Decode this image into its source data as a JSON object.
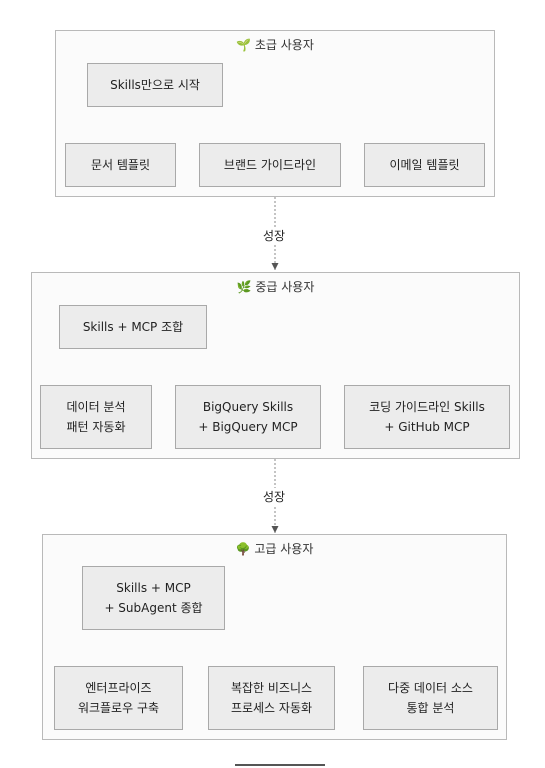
{
  "groups": {
    "beginner": {
      "icon": "seedling-icon",
      "title": "🌱 초급 사용자",
      "root": "Skills만으로 시작",
      "children": [
        "문서 템플릿",
        "브랜드 가이드라인",
        "이메일 템플릿"
      ]
    },
    "intermediate": {
      "icon": "herb-icon",
      "title": "🌿 중급 사용자",
      "root": "Skills + MCP 조합",
      "children": [
        "데이터 분석\n패턴 자동화",
        "BigQuery Skills\n+ BigQuery MCP",
        "코딩 가이드라인 Skills\n+ GitHub MCP"
      ]
    },
    "advanced": {
      "icon": "tree-icon",
      "title": "🌳 고급 사용자",
      "root": "Skills + MCP\n+ SubAgent 종합",
      "children": [
        "엔터프라이즈\n워크플로우 구축",
        "복잡한 비즈니스\n프로세스 자동화",
        "다중 데이터 소스\n통합 분석"
      ]
    }
  },
  "transitions": [
    "성장",
    "성장"
  ]
}
